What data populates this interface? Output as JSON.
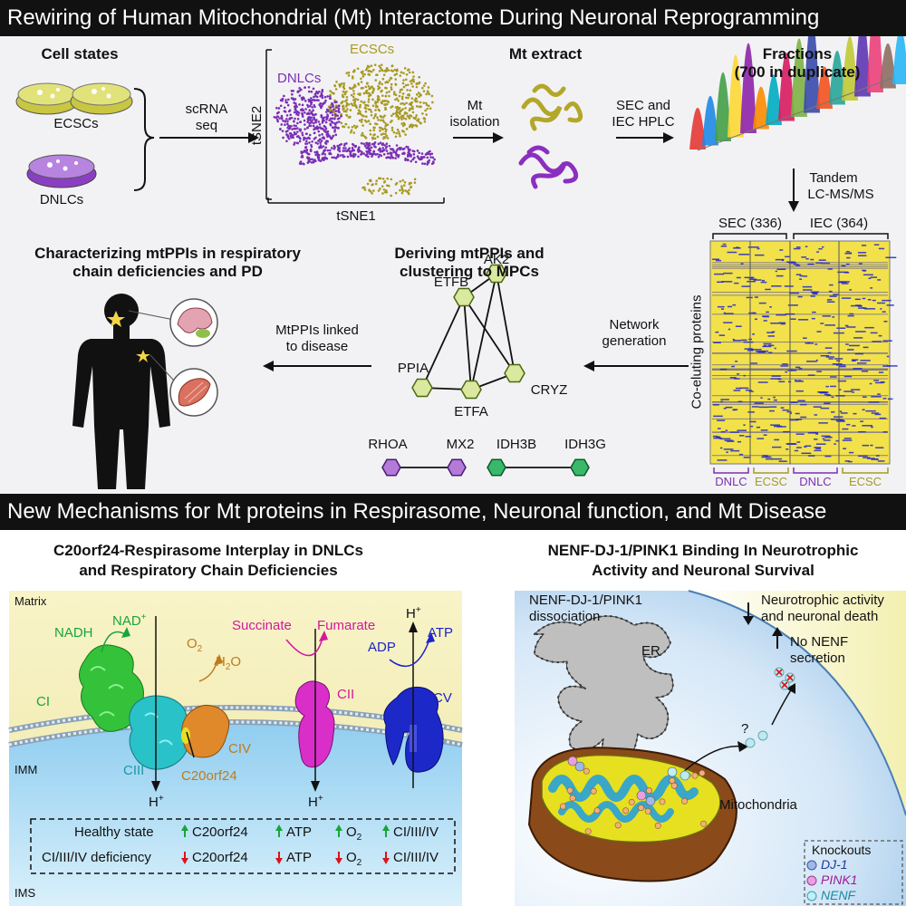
{
  "banners": {
    "top": "Rewiring of Human Mitochondrial (Mt) Interactome During Neuronal Reprogramming",
    "middle": "New Mechanisms for Mt proteins in Respirasome, Neuronal function, and Mt Disease"
  },
  "workflow": {
    "cell_states": "Cell states",
    "ecscs": "ECSCs",
    "dnlcs": "DNLCs",
    "scrna_1": "scRNA",
    "scrna_2": "seq",
    "tsne_ecscs": "ECSCs",
    "tsne_dnlcs": "DNLCs",
    "tsne2": "tSNE2",
    "tsne1": "tSNE1",
    "mt_iso_1": "Mt",
    "mt_iso_2": "isolation",
    "mt_extract": "Mt extract",
    "sec_iec_1": "SEC and",
    "sec_iec_2": "IEC HPLC",
    "fractions_1": "Fractions",
    "fractions_2": "(700 in duplicate)",
    "tandem_1": "Tandem",
    "tandem_2": "LC-MS/MS",
    "sec_count": "SEC (336)",
    "iec_count": "IEC (364)",
    "coeluting": "Co-eluting proteins",
    "heat_labels": [
      "DNLC",
      "ECSC",
      "DNLC",
      "ECSC"
    ],
    "network_gen_1": "Network",
    "network_gen_2": "generation",
    "deriving_1": "Deriving mtPPIs and",
    "deriving_2": "clustering to MPCs",
    "nodes": [
      "AK2",
      "ETFB",
      "PPIA",
      "CRYZ",
      "ETFA"
    ],
    "pairs": [
      "RHOA",
      "MX2",
      "IDH3B",
      "IDH3G"
    ],
    "linked_1": "MtPPIs linked",
    "linked_2": "to disease",
    "characterizing_1": "Characterizing mtPPIs in respiratory",
    "characterizing_2": "chain deficiencies and PD"
  },
  "left_panel": {
    "title_1": "C20orf24-Respirasome Interplay in DNLCs",
    "title_2": "and Respiratory Chain Deficiencies",
    "matrix": "Matrix",
    "imm": "IMM",
    "ims": "IMS",
    "nadh": "NADH",
    "nad": "NAD",
    "nad_sup": "+",
    "ci": "CI",
    "ciii": "CIII",
    "civ": "CIV",
    "cii": "CII",
    "cv": "CV",
    "o2": "O",
    "o2_sub": "2",
    "h2o_h": "H",
    "h2o_sub": "2",
    "h2o_o": "O",
    "succinate": "Succinate",
    "fumarate": "Fumarate",
    "adp": "ADP",
    "atp": "ATP",
    "hplus": "H",
    "hplus_sup": "+",
    "c20": "C20orf24",
    "healthy": "Healthy state",
    "deficiency": "CI/III/IV deficiency",
    "m_c20": "C20orf24",
    "m_atp": "ATP",
    "m_o": "O",
    "m_o_sub": "2",
    "m_ci": "CI/III/IV"
  },
  "right_panel": {
    "title_1": "NENF-DJ-1/PINK1 Binding In Neurotrophic",
    "title_2": "Activity and Neuronal Survival",
    "dissoc_1": "NENF-DJ-1/PINK1",
    "dissoc_2": "dissociation",
    "neuro_1": "Neurotrophic activity",
    "neuro_2": "and neuronal death",
    "nonenf_1": "No NENF",
    "nonenf_2": "secretion",
    "er": "ER",
    "mito": "Mitochondria",
    "question": "?",
    "knockouts": "Knockouts",
    "ko_items": [
      "DJ-1",
      "PINK1",
      "NENF"
    ]
  },
  "colors": {
    "purple": "#7b2fb5",
    "gold": "#a89a22",
    "green": "#17a53a",
    "magenta": "#d4179e",
    "blue": "#1d24c9",
    "orange": "#c07a1c",
    "red": "#d8141c"
  }
}
